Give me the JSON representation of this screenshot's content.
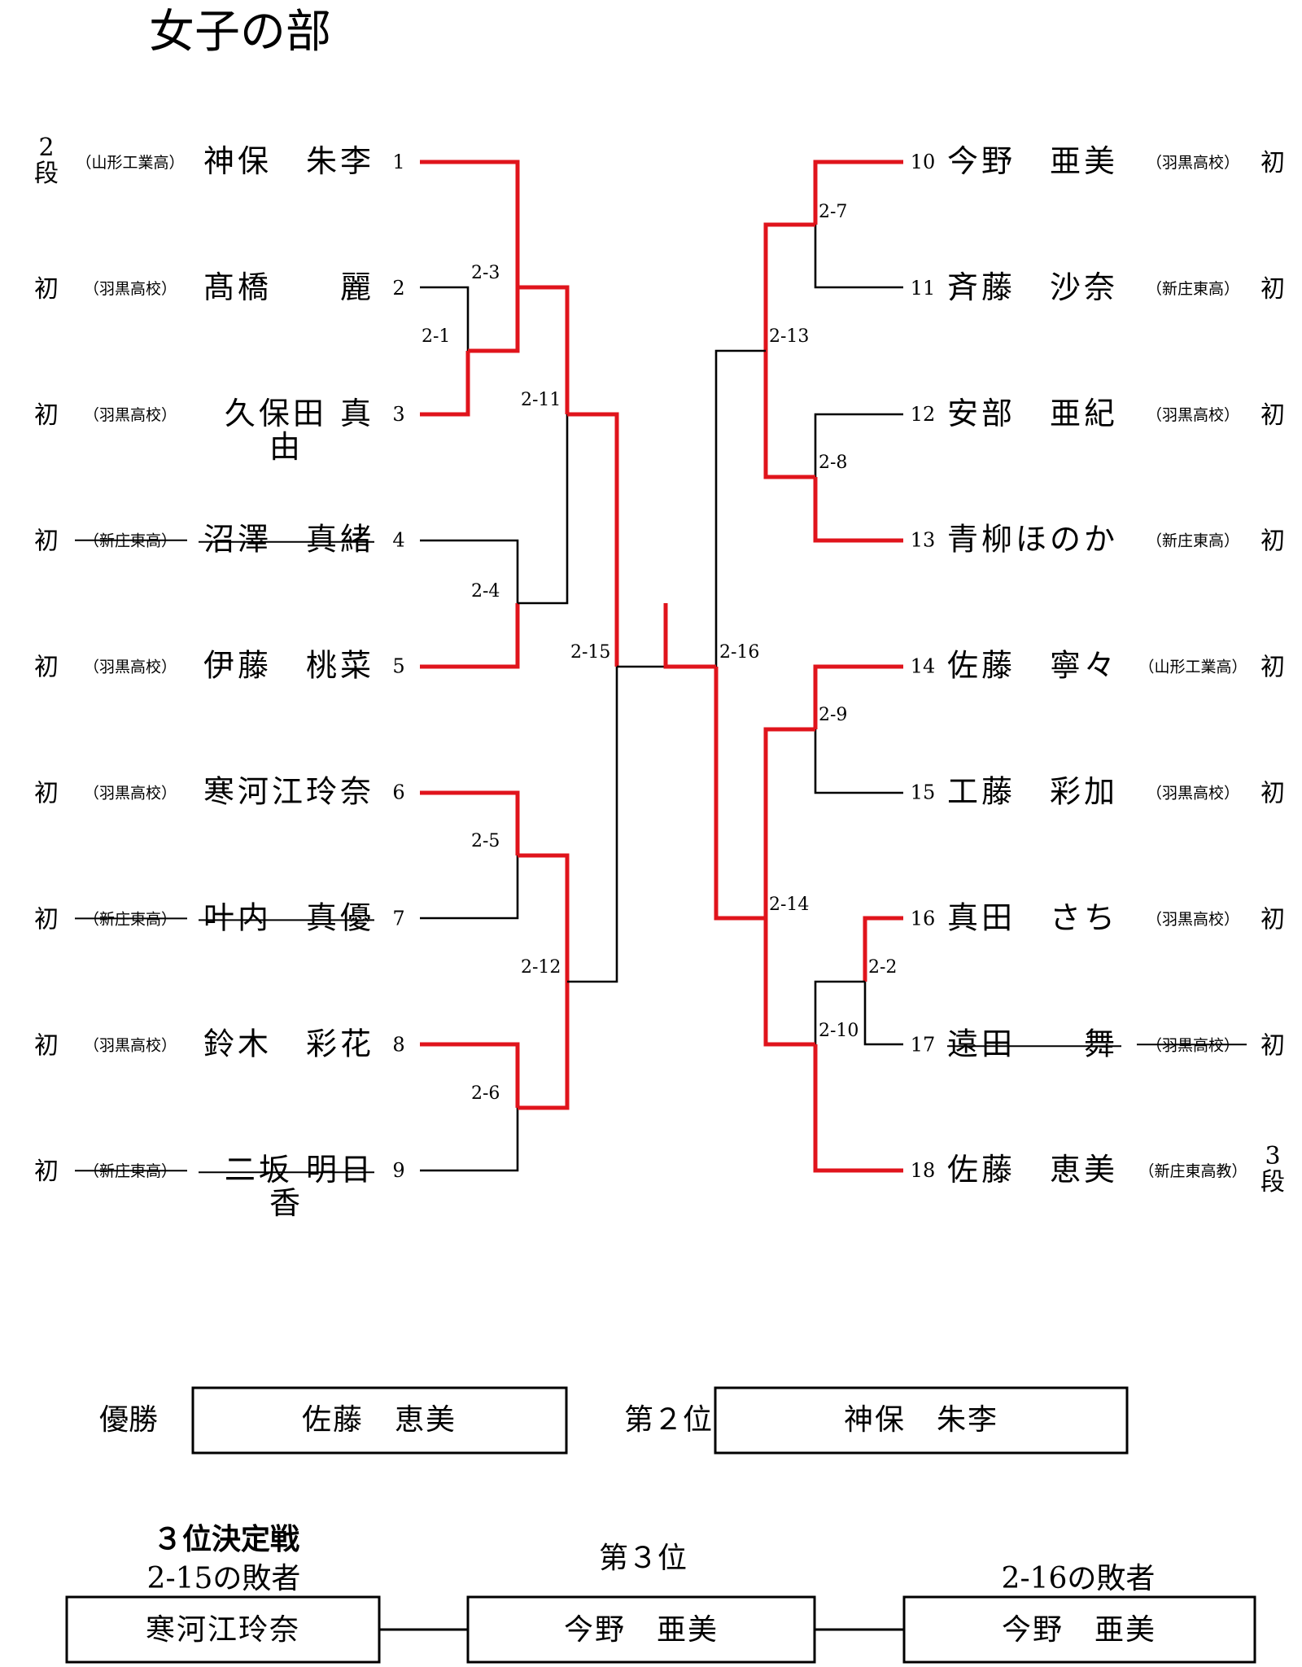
{
  "title": "女子の部",
  "left": [
    {
      "num": "1",
      "rank": "2\n段",
      "school": "（山形工業高）",
      "name": "神保　朱李",
      "struck": false
    },
    {
      "num": "2",
      "rank": "初",
      "school": "（羽黒高校）",
      "name": "髙橋　　麗",
      "struck": false
    },
    {
      "num": "3",
      "rank": "初",
      "school": "（羽黒高校）",
      "name": "久保田 真\n由",
      "struck": false
    },
    {
      "num": "4",
      "rank": "初",
      "school": "（新庄東高）",
      "name": "沼澤　真緒",
      "struck": true
    },
    {
      "num": "5",
      "rank": "初",
      "school": "（羽黒高校）",
      "name": "伊藤　桃菜",
      "struck": false
    },
    {
      "num": "6",
      "rank": "初",
      "school": "（羽黒高校）",
      "name": "寒河江玲奈",
      "struck": false
    },
    {
      "num": "7",
      "rank": "初",
      "school": "（新庄東高）",
      "name": "叶内　真優",
      "struck": true
    },
    {
      "num": "8",
      "rank": "初",
      "school": "（羽黒高校）",
      "name": "鈴木　彩花",
      "struck": false
    },
    {
      "num": "9",
      "rank": "初",
      "school": "（新庄東高）",
      "name": "二坂 明日\n香",
      "struck": true
    }
  ],
  "right": [
    {
      "num": "10",
      "rank": "初",
      "school": "（羽黒高校）",
      "name": "今野　亜美",
      "struck": false
    },
    {
      "num": "11",
      "rank": "初",
      "school": "（新庄東高）",
      "name": "斉藤　沙奈",
      "struck": false
    },
    {
      "num": "12",
      "rank": "初",
      "school": "（羽黒高校）",
      "name": "安部　亜紀",
      "struck": false
    },
    {
      "num": "13",
      "rank": "初",
      "school": "（新庄東高）",
      "name": "青柳ほのか",
      "struck": false
    },
    {
      "num": "14",
      "rank": "初",
      "school": "（山形工業高）",
      "name": "佐藤　寧々",
      "struck": false
    },
    {
      "num": "15",
      "rank": "初",
      "school": "（羽黒高校）",
      "name": "工藤　彩加",
      "struck": false
    },
    {
      "num": "16",
      "rank": "初",
      "school": "（羽黒高校）",
      "name": "真田　さち",
      "struck": false
    },
    {
      "num": "17",
      "rank": "初",
      "school": "（羽黒高校）",
      "name": "遠田　　舞",
      "struck": true
    },
    {
      "num": "18",
      "rank": "3\n段",
      "school": "（新庄東高教）",
      "name": "佐藤　恵美",
      "struck": false
    }
  ],
  "matches": [
    "2-1",
    "2-2",
    "2-3",
    "2-4",
    "2-5",
    "2-6",
    "2-7",
    "2-8",
    "2-9",
    "2-10",
    "2-11",
    "2-12",
    "2-13",
    "2-14",
    "2-15",
    "2-16"
  ],
  "results": {
    "winner_label": "優勝",
    "winner": "佐藤　恵美",
    "second_label": "第２位",
    "second": "神保　朱李",
    "third_playoff_label": "３位決定戦",
    "third_left_label": "2-15の敗者",
    "third_left": "寒河江玲奈",
    "third_label": "第３位",
    "third": "今野　亜美",
    "third_right_label": "2-16の敗者",
    "third_right": "今野　亜美"
  },
  "colors": {
    "winner_line": "#e0141c",
    "loser_line": "#000000"
  }
}
